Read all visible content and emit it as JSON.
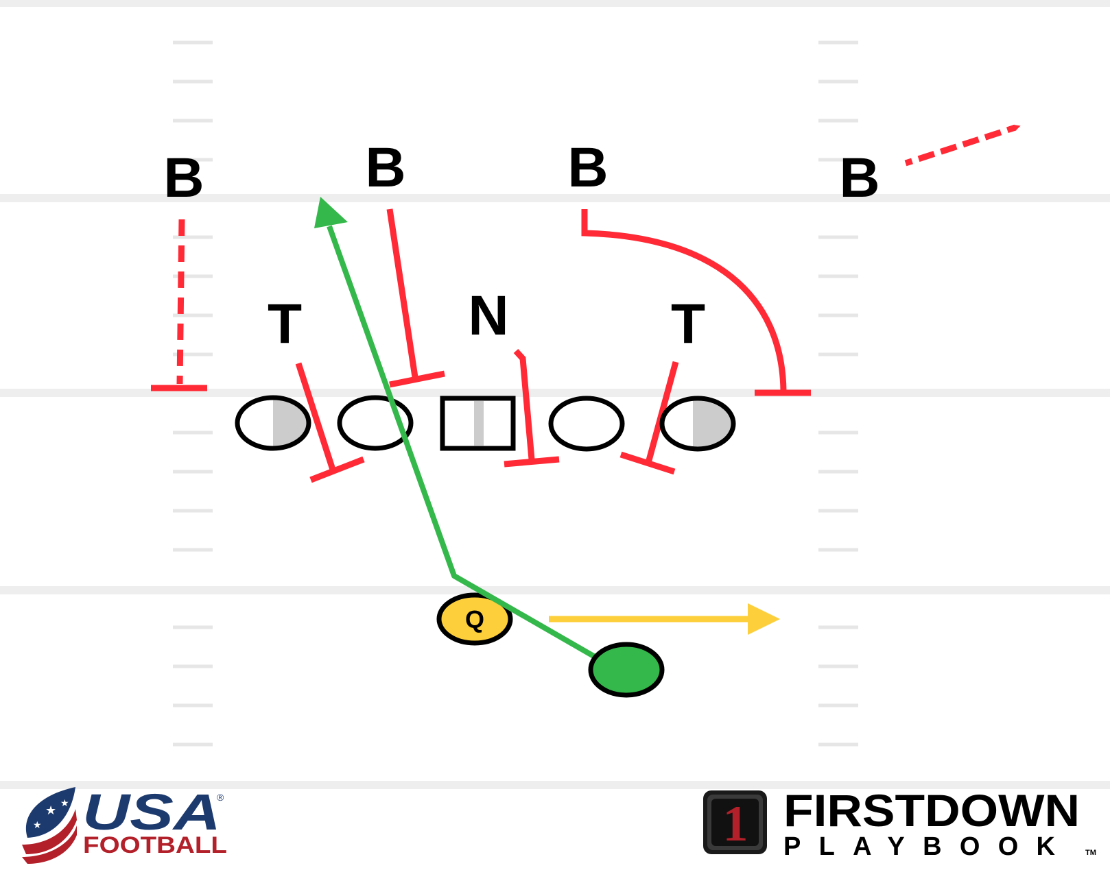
{
  "defense": {
    "labels": {
      "b1": "B",
      "b2": "B",
      "b3": "B",
      "b4": "B",
      "t1": "T",
      "n": "N",
      "t2": "T"
    }
  },
  "offense": {
    "quarterback": "Q"
  },
  "colors": {
    "field_line": "#eeeeee",
    "hash": "#e6e6e6",
    "defense_route": "#ff2a36",
    "green_route": "#35b84b",
    "yellow_route": "#fdcf3a",
    "player_outline": "#000000",
    "player_fill": "#ffffff",
    "player_shade": "#cccccc",
    "usa_navy": "#1d3a6e",
    "usa_red": "#b3202a"
  },
  "logos": {
    "usa": {
      "word": "USA",
      "sub": "FOOTBALL",
      "registered": "®"
    },
    "firstdown": {
      "word": "FIRSTDOWN",
      "sub": "PLAYBOOK",
      "tm": "TM",
      "number": "1"
    }
  }
}
